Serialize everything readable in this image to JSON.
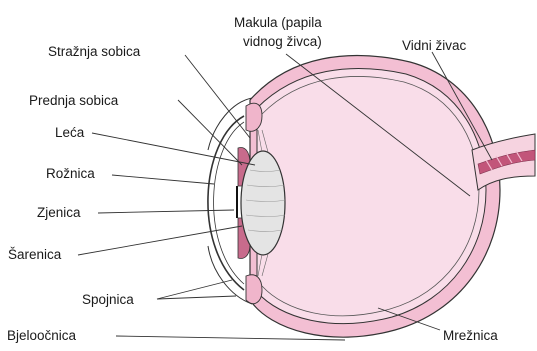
{
  "labels": {
    "makula_line1": "Makula (papila",
    "makula_line2": "vidnog živca)",
    "straznja_sobica": "Stražnja sobica",
    "vidni_zivac": "Vidni živac",
    "prednja_sobica": "Prednja sobica",
    "leca": "Leća",
    "roznica": "Rožnica",
    "zjenica": "Zjenica",
    "sarenica": "Šarenica",
    "spojnica": "Spojnica",
    "bjeloocnica": "Bjeloočnica",
    "mreznica": "Mrežnica"
  },
  "colors": {
    "globe_fill": "#f9dde9",
    "sclera_band": "#f3bfd3",
    "outline": "#333333",
    "nerve_vessel": "#c2557a",
    "lens_fill": "#e4e4e4",
    "iris_fill": "#c86b8c"
  }
}
